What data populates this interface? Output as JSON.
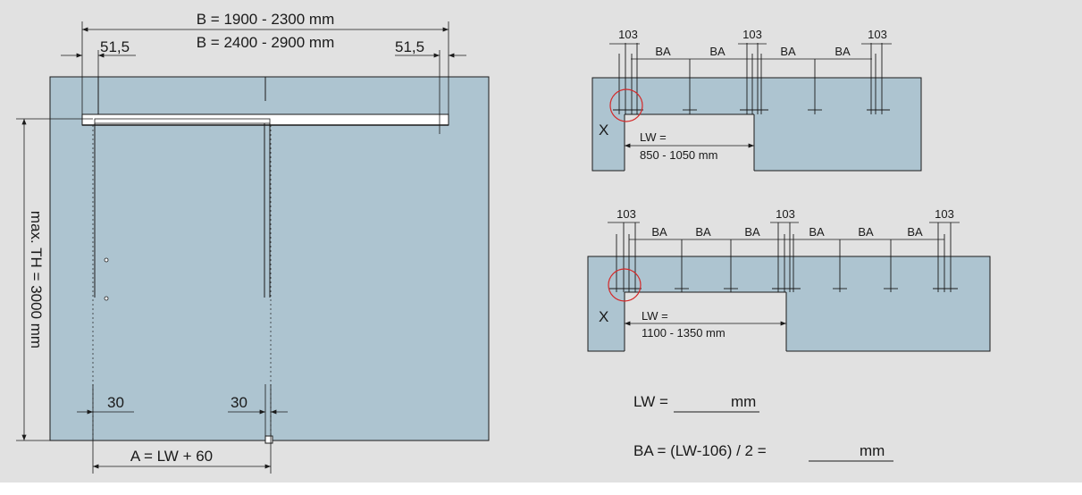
{
  "colors": {
    "background": "#e1e1e1",
    "glass": "#adc4d0",
    "line": "#1a1a1a",
    "marker": "#d42a2a",
    "rail": "#ffffff"
  },
  "left_view": {
    "width_label_1": "B = 1900 - 2300 mm",
    "width_label_2": "B = 2400 - 2900 mm",
    "offset_left": "51,5",
    "offset_right": "51,5",
    "height_label": "max. TH = 3000 mm",
    "bottom_left_offset": "30",
    "bottom_right_offset": "30",
    "formula_a": "A = LW + 60"
  },
  "top_view": {
    "dim_103_a": "103",
    "dim_103_b": "103",
    "dim_103_c": "103",
    "ba_labels": [
      "BA",
      "BA",
      "BA",
      "BA"
    ],
    "x_label": "X",
    "lw_label": "LW =",
    "lw_range": "850 - 1050 mm"
  },
  "bottom_view": {
    "dim_103_a": "103",
    "dim_103_b": "103",
    "dim_103_c": "103",
    "ba_labels": [
      "BA",
      "BA",
      "BA",
      "BA",
      "BA",
      "BA"
    ],
    "x_label": "X",
    "lw_label": "LW =",
    "lw_range": "1100 - 1350 mm"
  },
  "formulas": {
    "lw_prefix": "LW =",
    "lw_unit": "mm",
    "ba_prefix": "BA = (LW-106) / 2 =",
    "ba_unit": "mm"
  }
}
